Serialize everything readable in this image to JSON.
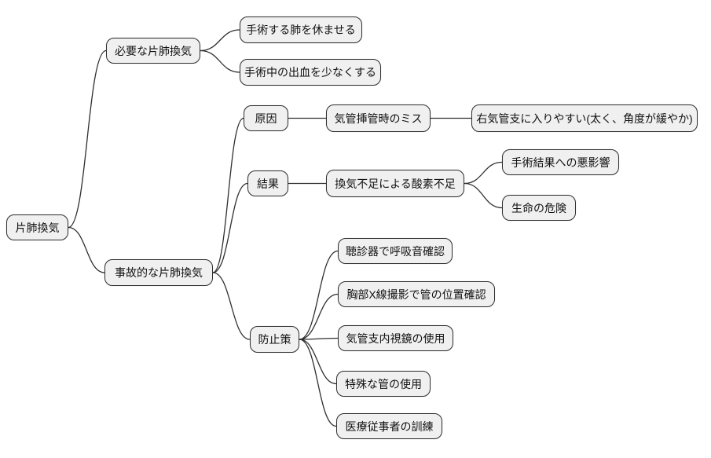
{
  "diagram": {
    "type": "mindmap",
    "colors": {
      "background": "#ffffff",
      "node_fill": "#f0f0f0",
      "node_border": "#2f2f2f",
      "edge": "#2f2f2f",
      "text": "#111111"
    },
    "nodes": [
      {
        "id": "root",
        "label": "片肺換気",
        "parent": null
      },
      {
        "id": "necessary",
        "label": "必要な片肺換気",
        "parent": "root"
      },
      {
        "id": "rest-lung",
        "label": "手術する肺を休ませる",
        "parent": "necessary"
      },
      {
        "id": "less-bleeding",
        "label": "手術中の出血を少なくする",
        "parent": "necessary"
      },
      {
        "id": "accidental",
        "label": "事故的な片肺換気",
        "parent": "root"
      },
      {
        "id": "cause",
        "label": "原因",
        "parent": "accidental"
      },
      {
        "id": "intubation-miss",
        "label": "気管挿管時のミス",
        "parent": "cause"
      },
      {
        "id": "right-bronchus",
        "label": "右気管支に入りやすい(太く、角度が緩やか)",
        "parent": "intubation-miss"
      },
      {
        "id": "result",
        "label": "結果",
        "parent": "accidental"
      },
      {
        "id": "hypoxia",
        "label": "換気不足による酸素不足",
        "parent": "result"
      },
      {
        "id": "bad-outcome",
        "label": "手術結果への悪影響",
        "parent": "hypoxia"
      },
      {
        "id": "life-danger",
        "label": "生命の危険",
        "parent": "hypoxia"
      },
      {
        "id": "prevention",
        "label": "防止策",
        "parent": "accidental"
      },
      {
        "id": "stethoscope",
        "label": "聴診器で呼吸音確認",
        "parent": "prevention"
      },
      {
        "id": "xray",
        "label": "胸部X線撮影で管の位置確認",
        "parent": "prevention"
      },
      {
        "id": "bronchoscope",
        "label": "気管支内視鏡の使用",
        "parent": "prevention"
      },
      {
        "id": "special-tube",
        "label": "特殊な管の使用",
        "parent": "prevention"
      },
      {
        "id": "training",
        "label": "医療従事者の訓練",
        "parent": "prevention"
      }
    ]
  }
}
